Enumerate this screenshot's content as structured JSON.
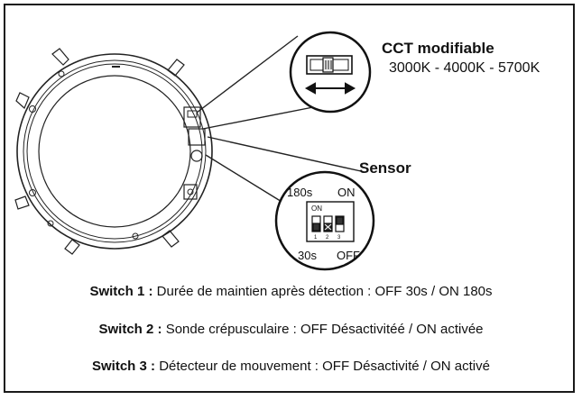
{
  "cct": {
    "title": "CCT modifiable",
    "values": "3000K - 4000K - 5700K"
  },
  "sensor": {
    "title": "Sensor",
    "label_180s": "180s",
    "label_on": "ON",
    "label_30s": "30s",
    "label_off": "OFF",
    "dip_on": "ON",
    "dip_numbers": [
      "1",
      "2",
      "3"
    ]
  },
  "switches": [
    {
      "label": "Switch 1 :",
      "text": "Durée de maintien après détection : OFF 30s / ON 180s"
    },
    {
      "label": "Switch 2 :",
      "text": "Sonde crépusculaire : OFF Désactivitéé / ON activée"
    },
    {
      "label": "Switch 3 :",
      "text": "Détecteur de mouvement : OFF Désactivité / ON activé"
    }
  ]
}
